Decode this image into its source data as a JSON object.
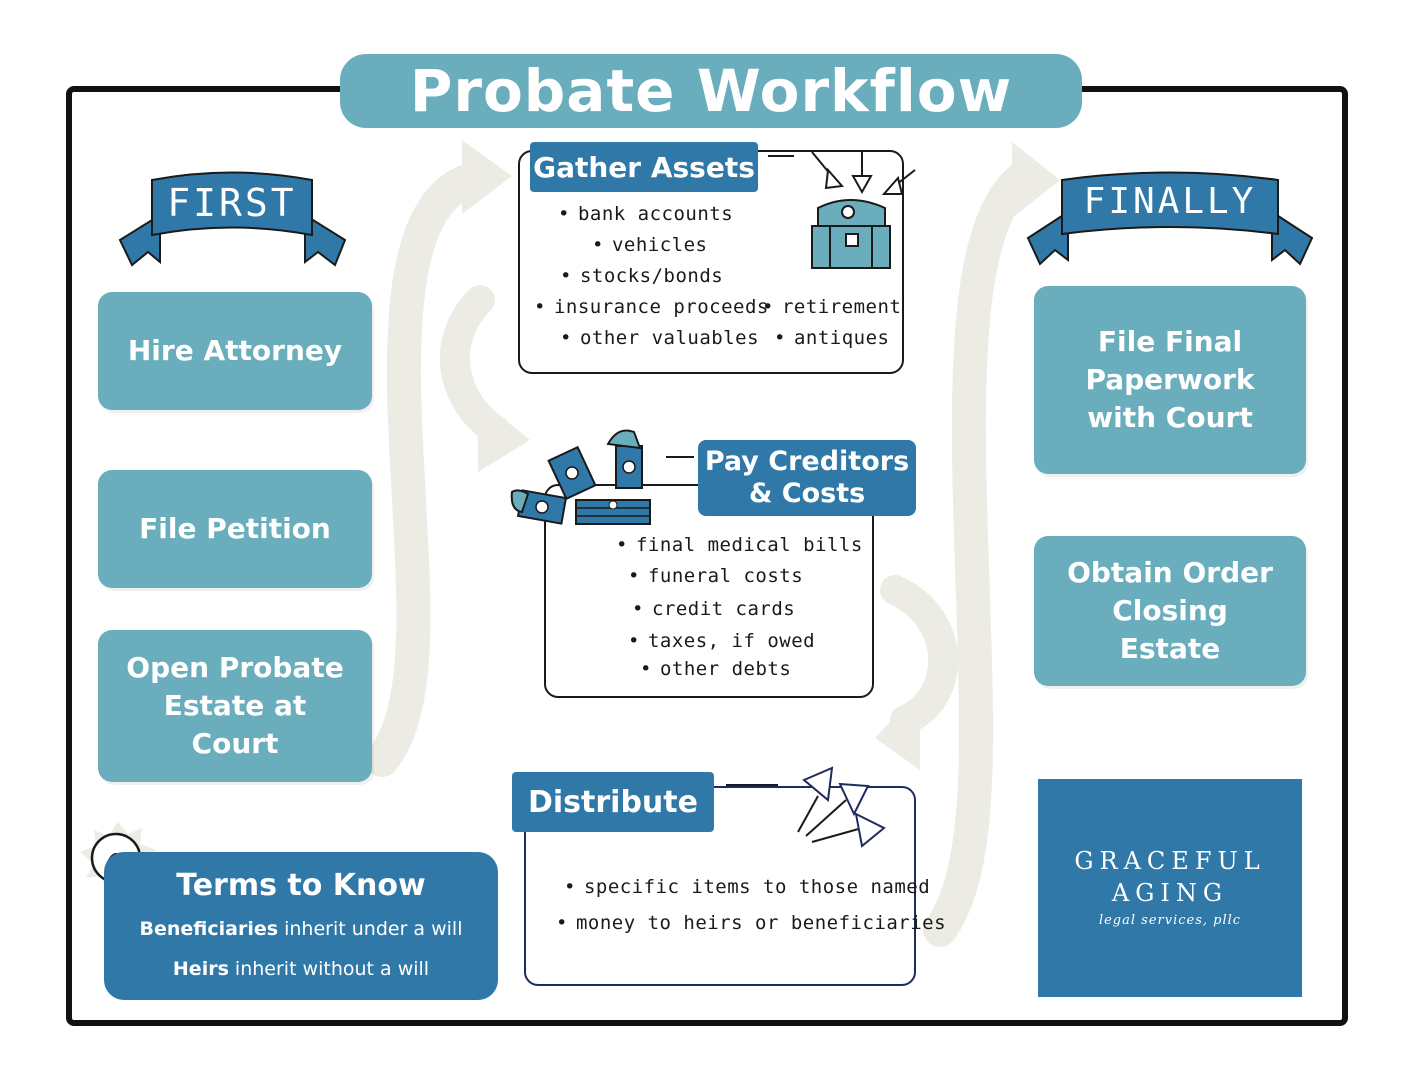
{
  "title": "Probate Workflow",
  "first": {
    "banner": "FIRST",
    "steps": [
      "Hire Attorney",
      "File Petition",
      "Open Probate Estate at Court"
    ]
  },
  "finally": {
    "banner": "FINALLY",
    "steps": [
      "File Final Paperwork with Court",
      "Obtain Order Closing Estate"
    ]
  },
  "gather": {
    "label": "Gather Assets",
    "items": [
      "bank accounts",
      "vehicles",
      "stocks/bonds",
      "insurance proceeds",
      "retirement",
      "other valuables",
      "antiques"
    ]
  },
  "pay": {
    "label_line1": "Pay Creditors",
    "label_line2": "& Costs",
    "items": [
      "final medical bills",
      "funeral costs",
      "credit cards",
      "taxes, if owed",
      "other debts"
    ]
  },
  "distribute": {
    "label": "Distribute",
    "items": [
      "specific items to those named",
      "money to heirs or beneficiaries"
    ]
  },
  "terms": {
    "title": "Terms to Know",
    "line1_term": "Beneficiaries",
    "line1_rest": " inherit under a will",
    "line2_term": "Heirs",
    "line2_rest": " inherit without a will"
  },
  "logo": {
    "line1": "GRACEFUL",
    "line2": "AGING",
    "line3": "legal services, pllc"
  },
  "colors": {
    "light_teal": "#6aaebd",
    "dark_blue": "#2f78a8",
    "arrow_gray": "#ecebe4"
  }
}
